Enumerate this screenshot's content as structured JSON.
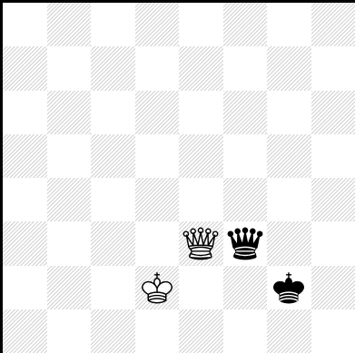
{
  "board": {
    "files": 8,
    "ranks": 8,
    "dark_square_color": "#d2d2d2",
    "light_square_color": "#ffffff",
    "pieces": [
      {
        "type": "queen",
        "color": "white",
        "icon": "white-queen-icon",
        "row": 5,
        "col": 4
      },
      {
        "type": "queen",
        "color": "black",
        "icon": "black-queen-icon",
        "row": 5,
        "col": 5
      },
      {
        "type": "king",
        "color": "white",
        "icon": "white-king-icon",
        "row": 6,
        "col": 3
      },
      {
        "type": "king",
        "color": "black",
        "icon": "black-king-icon",
        "row": 6,
        "col": 6
      }
    ]
  }
}
